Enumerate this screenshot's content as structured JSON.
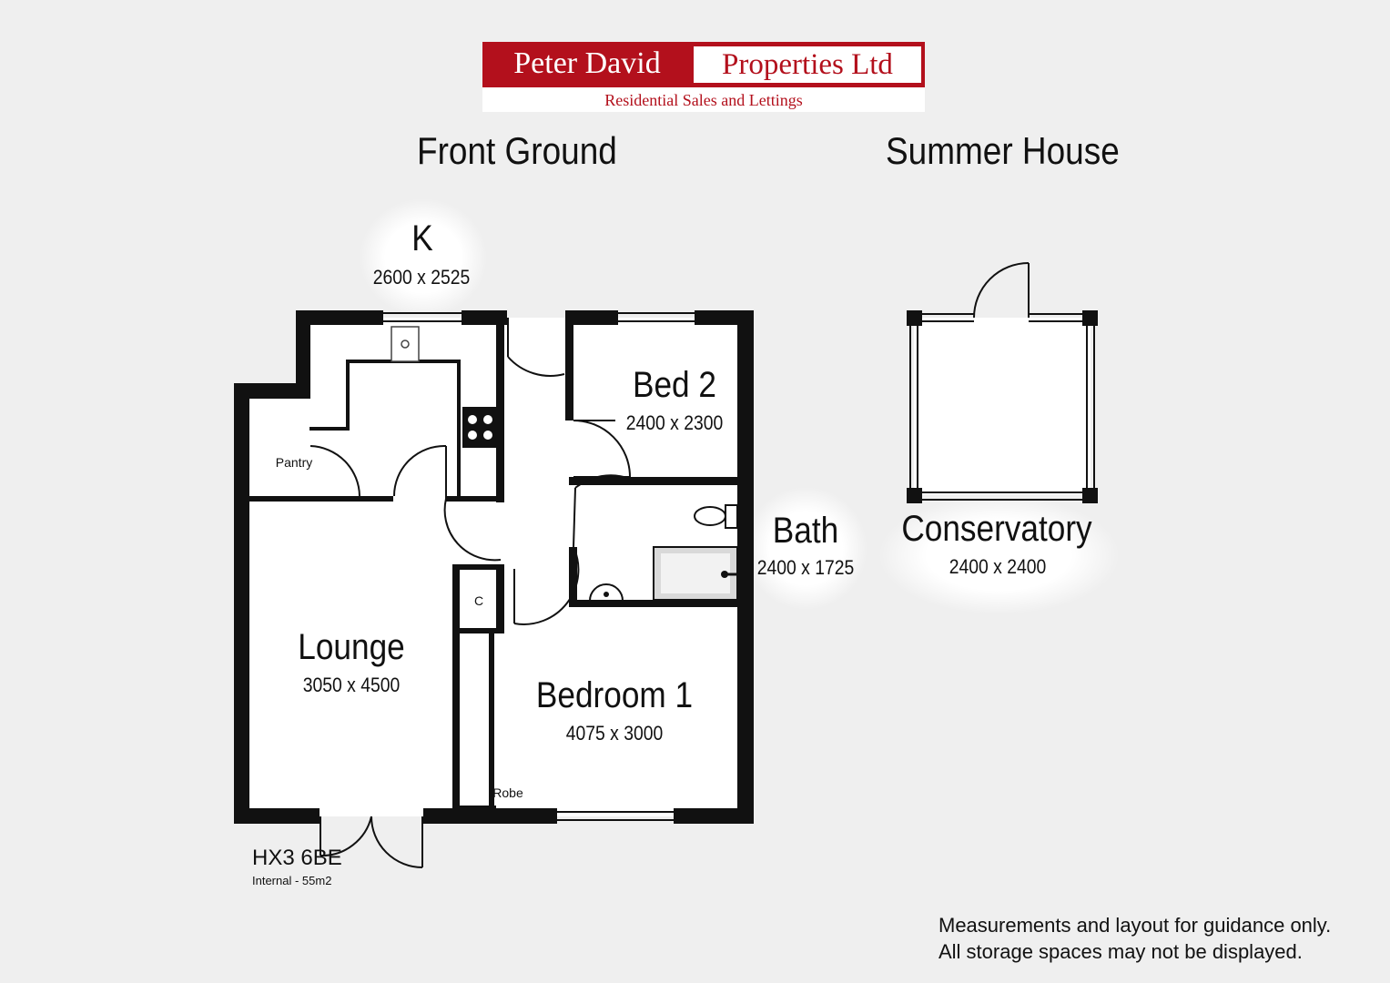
{
  "logo": {
    "name_left": "Peter David",
    "name_right": "Properties Ltd",
    "tagline": "Residential Sales and Lettings",
    "brand_color": "#b3101c"
  },
  "sections": {
    "front_ground": "Front Ground",
    "summer_house": "Summer House"
  },
  "rooms": {
    "kitchen": {
      "name": "K",
      "dims": "2600 x 2525"
    },
    "bed2": {
      "name": "Bed 2",
      "dims": "2400 x 2300"
    },
    "bath": {
      "name": "Bath",
      "dims": "2400 x 1725"
    },
    "lounge": {
      "name": "Lounge",
      "dims": "3050 x 4500"
    },
    "bedroom1": {
      "name": "Bedroom 1",
      "dims": "4075 x 3000"
    },
    "conservatory": {
      "name": "Conservatory",
      "dims": "2400 x 2400"
    },
    "pantry": {
      "name": "Pantry"
    },
    "cupboard": {
      "name": "C"
    },
    "robe": {
      "name": "Robe"
    }
  },
  "property": {
    "postcode": "HX3 6BE",
    "internal_area": "Internal - 55m2"
  },
  "disclaimer": {
    "line1": "Measurements and layout for guidance only.",
    "line2": "All storage spaces may not be displayed."
  }
}
